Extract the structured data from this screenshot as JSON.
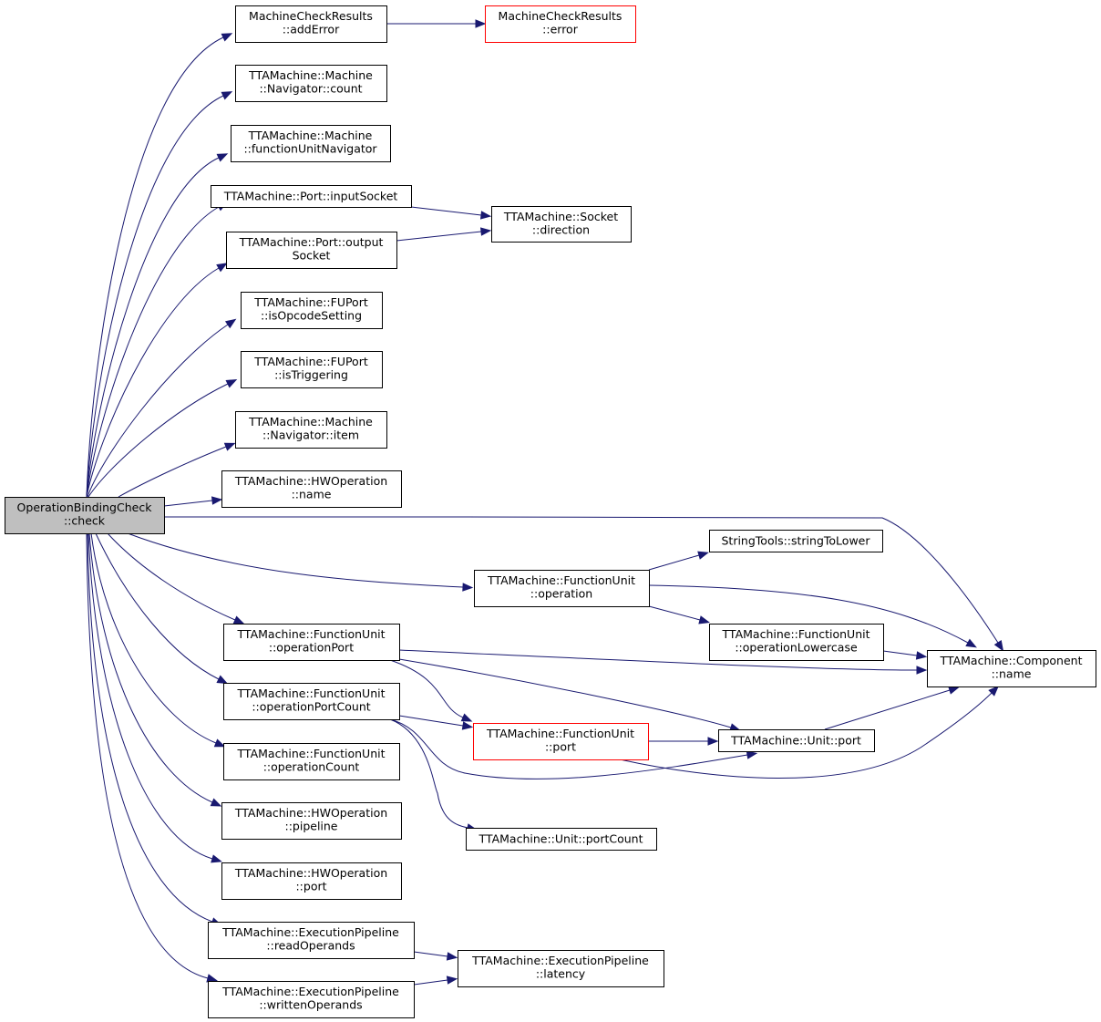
{
  "graph": {
    "edge_color": "#191970",
    "highlight_color": "#ff0000",
    "root_fill": "#bfbfbf",
    "nodes": [
      {
        "id": "root",
        "line1": "OperationBindingCheck",
        "line2": "::check",
        "style": "root"
      },
      {
        "id": "addError",
        "line1": "MachineCheckResults",
        "line2": "::addError",
        "style": "normal"
      },
      {
        "id": "error",
        "line1": "MachineCheckResults",
        "line2": "::error",
        "style": "red"
      },
      {
        "id": "navCount",
        "line1": "TTAMachine::Machine",
        "line2": "::Navigator::count",
        "style": "normal"
      },
      {
        "id": "fuNav",
        "line1": "TTAMachine::Machine",
        "line2": "::functionUnitNavigator",
        "style": "normal"
      },
      {
        "id": "inputSocket",
        "line1": "TTAMachine::Port::inputSocket",
        "line2": "",
        "style": "normal"
      },
      {
        "id": "sockDir",
        "line1": "TTAMachine::Socket",
        "line2": "::direction",
        "style": "normal"
      },
      {
        "id": "outputSocket",
        "line1": "TTAMachine::Port::output",
        "line2": "Socket",
        "style": "normal"
      },
      {
        "id": "isOpcode",
        "line1": "TTAMachine::FUPort",
        "line2": "::isOpcodeSetting",
        "style": "normal"
      },
      {
        "id": "isTrig",
        "line1": "TTAMachine::FUPort",
        "line2": "::isTriggering",
        "style": "normal"
      },
      {
        "id": "navItem",
        "line1": "TTAMachine::Machine",
        "line2": "::Navigator::item",
        "style": "normal"
      },
      {
        "id": "hwName",
        "line1": "TTAMachine::HWOperation",
        "line2": "::name",
        "style": "normal"
      },
      {
        "id": "strLower",
        "line1": "StringTools::stringToLower",
        "line2": "",
        "style": "normal"
      },
      {
        "id": "fuOperation",
        "line1": "TTAMachine::FunctionUnit",
        "line2": "::operation",
        "style": "normal"
      },
      {
        "id": "fuOpLower",
        "line1": "TTAMachine::FunctionUnit",
        "line2": "::operationLowercase",
        "style": "normal"
      },
      {
        "id": "compName",
        "line1": "TTAMachine::Component",
        "line2": "::name",
        "style": "normal"
      },
      {
        "id": "fuOpPort",
        "line1": "TTAMachine::FunctionUnit",
        "line2": "::operationPort",
        "style": "normal"
      },
      {
        "id": "fuOpPortCount",
        "line1": "TTAMachine::FunctionUnit",
        "line2": "::operationPortCount",
        "style": "normal"
      },
      {
        "id": "fuPort",
        "line1": "TTAMachine::FunctionUnit",
        "line2": "::port",
        "style": "red"
      },
      {
        "id": "unitPort",
        "line1": "TTAMachine::Unit::port",
        "line2": "",
        "style": "normal"
      },
      {
        "id": "fuOpCount",
        "line1": "TTAMachine::FunctionUnit",
        "line2": "::operationCount",
        "style": "normal"
      },
      {
        "id": "hwPipeline",
        "line1": "TTAMachine::HWOperation",
        "line2": "::pipeline",
        "style": "normal"
      },
      {
        "id": "unitPortCount",
        "line1": "TTAMachine::Unit::portCount",
        "line2": "",
        "style": "normal"
      },
      {
        "id": "hwPort",
        "line1": "TTAMachine::HWOperation",
        "line2": "::port",
        "style": "normal"
      },
      {
        "id": "epRead",
        "line1": "TTAMachine::ExecutionPipeline",
        "line2": "::readOperands",
        "style": "normal"
      },
      {
        "id": "epLatency",
        "line1": "TTAMachine::ExecutionPipeline",
        "line2": "::latency",
        "style": "normal"
      },
      {
        "id": "epWritten",
        "line1": "TTAMachine::ExecutionPipeline",
        "line2": "::writtenOperands",
        "style": "normal"
      }
    ],
    "edges": [
      [
        "root",
        "addError"
      ],
      [
        "root",
        "navCount"
      ],
      [
        "root",
        "fuNav"
      ],
      [
        "root",
        "inputSocket"
      ],
      [
        "root",
        "outputSocket"
      ],
      [
        "root",
        "isOpcode"
      ],
      [
        "root",
        "isTrig"
      ],
      [
        "root",
        "navItem"
      ],
      [
        "root",
        "hwName"
      ],
      [
        "root",
        "compName"
      ],
      [
        "root",
        "fuOperation"
      ],
      [
        "root",
        "fuOpPort"
      ],
      [
        "root",
        "fuOpPortCount"
      ],
      [
        "root",
        "fuOpCount"
      ],
      [
        "root",
        "hwPipeline"
      ],
      [
        "root",
        "hwPort"
      ],
      [
        "root",
        "epRead"
      ],
      [
        "root",
        "epWritten"
      ],
      [
        "addError",
        "error"
      ],
      [
        "inputSocket",
        "sockDir"
      ],
      [
        "outputSocket",
        "sockDir"
      ],
      [
        "fuOperation",
        "strLower"
      ],
      [
        "fuOperation",
        "compName"
      ],
      [
        "fuOperation",
        "fuOpLower"
      ],
      [
        "fuOpLower",
        "compName"
      ],
      [
        "fuOpPort",
        "compName"
      ],
      [
        "fuOpPort",
        "fuPort"
      ],
      [
        "fuOpPort",
        "unitPort"
      ],
      [
        "fuOpPortCount",
        "fuPort"
      ],
      [
        "fuOpPortCount",
        "unitPort"
      ],
      [
        "fuOpPortCount",
        "unitPortCount"
      ],
      [
        "fuPort",
        "unitPort"
      ],
      [
        "fuPort",
        "compName"
      ],
      [
        "unitPort",
        "compName"
      ],
      [
        "epRead",
        "epLatency"
      ],
      [
        "epWritten",
        "epLatency"
      ]
    ]
  }
}
